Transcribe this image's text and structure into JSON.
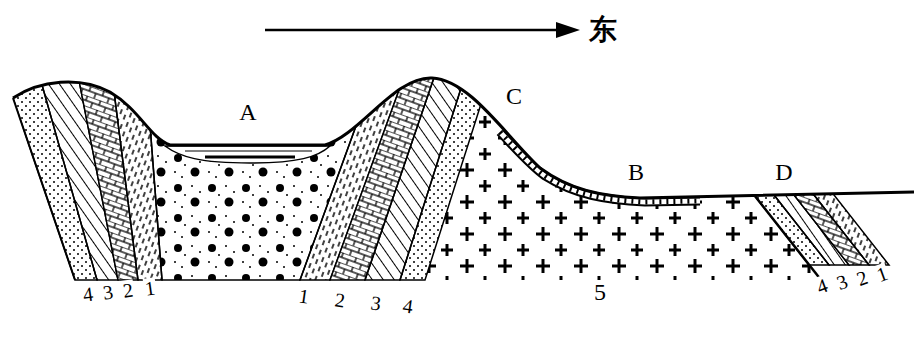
{
  "diagram": {
    "labels": [
      "东",
      "A",
      "C",
      "B",
      "D",
      "4",
      "3",
      "2",
      "1",
      "1",
      "2",
      "3",
      "4",
      "5",
      "4",
      "3",
      "2",
      "1"
    ]
  }
}
